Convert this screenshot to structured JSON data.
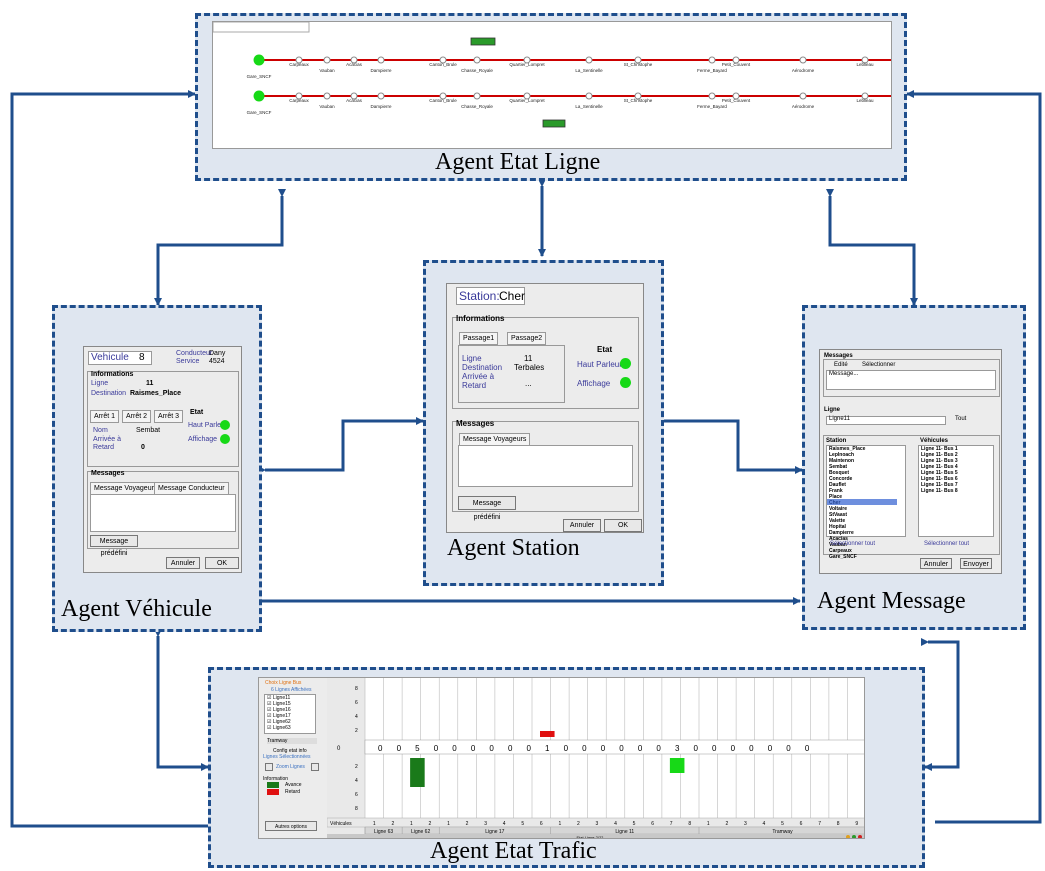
{
  "etat_ligne": {
    "title": "Agent Etat Ligne",
    "line1_stops": [
      "Gare_SNCF",
      "Carpeaux",
      "Vauban",
      "Acacias",
      "Dampierre",
      "Canton_Brule",
      "Chasse_Royale",
      "Quartier_Lompret",
      "La_Sentinelle",
      "St_Christophe",
      "Ferme_Bayard",
      "Petit_Couvent",
      "Aérodrome",
      "Leblieau"
    ],
    "line2_stops": [
      "Gare_SNCF",
      "Carpeaux",
      "Vauban",
      "Acacias",
      "Dampierre",
      "Canton_Brule",
      "Chasse_Royale",
      "Quartier_Lompret",
      "La_Sentinelle",
      "St_Christophe",
      "Ferme_Bayard",
      "Petit_Couvent",
      "Aérodrome",
      "Leblieau"
    ]
  },
  "station": {
    "title": "Agent Station",
    "station_label": "Station:",
    "station_value": "Cher",
    "informations": "Informations",
    "tab1": "Passage1",
    "tab2": "Passage2",
    "ligne_label": "Ligne",
    "ligne_value": "11",
    "destination_label": "Destination",
    "destination_value": "Terbales",
    "arrivee_label": "Arrivée à",
    "retard_label": "Retard",
    "retard_value": "...",
    "etat": "Etat",
    "haut_parleur": "Haut Parleur",
    "affichage": "Affichage",
    "messages": "Messages",
    "msg_tab": "Message Voyageurs",
    "predefini": "Message prédéfini",
    "annuler": "Annuler",
    "ok": "OK"
  },
  "vehicule": {
    "title": "Agent Véhicule",
    "vehicule_label": "Vehicule",
    "vehicule_value": "8",
    "conducteur_label": "Conducteur",
    "conducteur_value": "Dany",
    "service_label": "Service",
    "service_value": "4524",
    "informations": "Informations",
    "ligne_label": "Ligne",
    "ligne_value": "11",
    "destination_label": "Destination",
    "destination_value": "Raismes_Place",
    "arret1": "Arrêt 1",
    "arret2": "Arrêt 2",
    "arret3": "Arrêt 3",
    "nom_label": "Nom",
    "nom_value": "Sembat",
    "arrivee_label": "Arrivée à",
    "retard_label": "Retard",
    "retard_value": "0",
    "etat": "Etat",
    "haut_parleur": "Haut Parleur",
    "affichage": "Affichage",
    "messages": "Messages",
    "msg_tab1": "Message Voyageurs",
    "msg_tab2": "Message Conducteur",
    "predefini": "Message prédéfini",
    "annuler": "Annuler",
    "ok": "OK"
  },
  "message": {
    "title": "Agent Message",
    "messages": "Messages",
    "tab_edit": "Edité",
    "tab_select": "Sélectionner",
    "message_placeholder": "Message...",
    "ligne": "Ligne",
    "ligne_value": "Ligne11",
    "tout": "Tout",
    "station": "Station",
    "vehicules": "Véhicules",
    "stations": [
      "Raismes_Place",
      "Leplnoach",
      "Maintenon",
      "Sembat",
      "Bosquet",
      "Concorde",
      "Dauflet",
      "Frank",
      "Place",
      "Cher",
      "Voltaire",
      "StVaast",
      "Valette",
      "Hopital",
      "Dampierre",
      "Acacias",
      "Vauban",
      "Carpeaux",
      "Gare_SNCF"
    ],
    "vehicles": [
      "Ligne 11- Bus 1",
      "Ligne 11- Bus 2",
      "Ligne 11- Bus 3",
      "Ligne 11- Bus 4",
      "Ligne 11- Bus 5",
      "Ligne 11- Bus 6",
      "Ligne 11- Bus 7",
      "Ligne 11- Bus 8"
    ],
    "select_all1": "Sélectionner tout",
    "select_all2": "Sélectionner tout",
    "annuler": "Annuler",
    "envoyer": "Envoyer"
  },
  "trafic": {
    "title": "Agent Etat Trafic",
    "choix_ligne": "Choix Ligne Bus",
    "lignes_affichees": "6 Lignes Affichées",
    "lignes": [
      "Ligne11",
      "Ligne15",
      "Ligne16",
      "Ligne17",
      "Ligne62",
      "Ligne63"
    ],
    "tramway": "Tramway",
    "config": "Config etat info",
    "lignes_selectionnees": "Lignes Sélectionnées",
    "zoom": "Zoom Lignes",
    "information": "Information",
    "avance": "Avance",
    "retard": "Retard",
    "autres_options": "Autres options",
    "y_ticks_top": [
      "8",
      "6",
      "4",
      "2"
    ],
    "y_ticks_bottom": [
      "2",
      "4",
      "6",
      "8"
    ],
    "zero": "0",
    "counts": [
      "0",
      "0",
      "5",
      "0",
      "0",
      "0",
      "0",
      "0",
      "0",
      "1",
      "0",
      "0",
      "0",
      "0",
      "0",
      "0",
      "3",
      "0",
      "0",
      "0",
      "0",
      "0",
      "0",
      "0"
    ],
    "vehicules_label": "Véhicules",
    "veh_numbers": [
      "1",
      "2",
      "1",
      "2",
      "1",
      "2",
      "3",
      "4",
      "5",
      "6",
      "1",
      "2",
      "3",
      "4",
      "5",
      "6",
      "7",
      "8",
      "1",
      "2",
      "3",
      "4",
      "5",
      "6",
      "7",
      "8",
      "9"
    ],
    "group_labels": [
      "Ligne 63",
      "Ligne 62",
      "Ligne 17",
      "Ligne 11",
      "Tramway"
    ],
    "footer": "Etat Ligne 2/22"
  },
  "colors": {
    "border": "#1f4e8c",
    "panel": "#dfe6f0",
    "arrow": "#1f4e8c",
    "line": "#cc0000",
    "green": "#17d917",
    "red": "#e01010"
  }
}
